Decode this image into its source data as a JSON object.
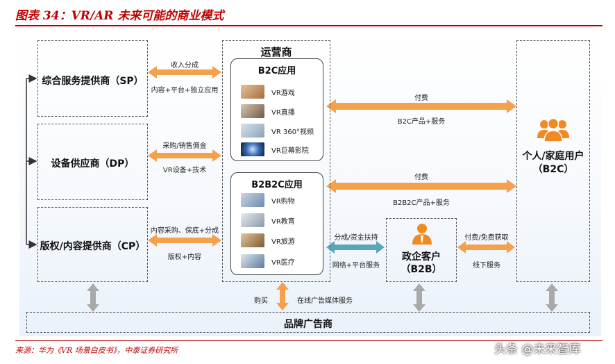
{
  "title": "图表 34：VR/AR 未来可能的商业模式",
  "source": "来源：华为《VR 场景白皮书》，中泰证券研究所",
  "watermark": "头条 @未来智库",
  "suppliers": {
    "sp": "综合服务提供商（SP）",
    "dp": "设备供应商（DP）",
    "cp": "版权/内容提供商（CP）"
  },
  "operator": {
    "title": "运营商",
    "b2c_title": "B2C应用",
    "b2c_apps": [
      "VR游戏",
      "VR直播",
      "VR 360°视频",
      "VR巨幕影院"
    ],
    "b2b2c_title": "B2B2C应用",
    "b2b2c_apps": [
      "VR购物",
      "VR教育",
      "VR旅游",
      "VR医疗"
    ]
  },
  "flows": {
    "sp_top": "收入分成",
    "sp_bottom": "内容+平台+独立应用",
    "dp_top": "采购/销售佣金",
    "dp_bottom": "VR设备+技术",
    "cp_top": "内容采购、保底+分成",
    "cp_bottom": "版权+内容",
    "b2c_top": "付费",
    "b2c_bottom": "B2C产品+服务",
    "b2b2c_top": "付费",
    "b2b2c_bottom": "B2B2C产品+服务",
    "b2b_left_top": "分成/资金扶持",
    "b2b_left_bottom": "网络+平台服务",
    "b2b_right_top": "付费/免费获取",
    "b2b_right_bottom": "线下服务",
    "ad_left": "购买",
    "ad_right": "在线广告媒体服务"
  },
  "gov": {
    "line1": "政企客户",
    "line2": "（B2B）"
  },
  "consumer": {
    "line1": "个人/家庭用户",
    "line2": "（B2C）"
  },
  "advertiser": "品牌广告商",
  "icons": {
    "consumer": "people-group-icon",
    "gov": "business-person-icon"
  },
  "colors": {
    "title_red": "#c00000",
    "arrow_orange": "#f5a04a",
    "icon_orange": "#f08a24",
    "arrow_teal": "#5aa6b8",
    "arrow_gray": "#a9a9a9"
  }
}
